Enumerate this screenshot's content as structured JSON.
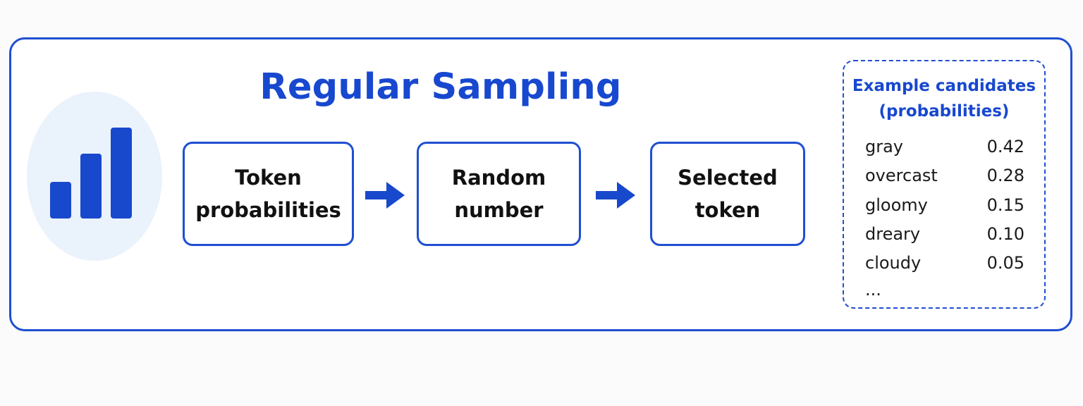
{
  "title": "Regular Sampling",
  "steps": [
    {
      "line1": "Token",
      "line2": "probabilities"
    },
    {
      "line1": "Random",
      "line2": "number"
    },
    {
      "line1": "Selected",
      "line2": "token"
    }
  ],
  "candidates": {
    "title_line1": "Example candidates",
    "title_line2": "(probabilities)",
    "items": [
      {
        "word": "gray",
        "prob": "0.42"
      },
      {
        "word": "overcast",
        "prob": "0.28"
      },
      {
        "word": "gloomy",
        "prob": "0.15"
      },
      {
        "word": "dreary",
        "prob": "0.10"
      },
      {
        "word": "cloudy",
        "prob": "0.05"
      }
    ],
    "ellipsis": "..."
  },
  "icons": {
    "chart": "bar-chart-icon",
    "arrow": "arrow-right-icon"
  },
  "colors": {
    "accent": "#1f4fd1",
    "icon_bg": "#eaf2fc",
    "text": "#111111"
  }
}
